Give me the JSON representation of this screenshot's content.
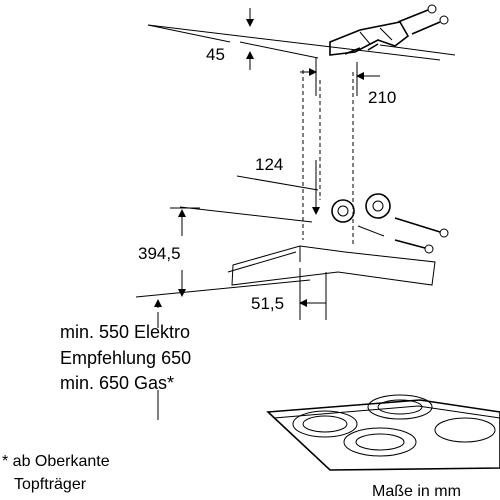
{
  "dimensions": {
    "d45": "45",
    "d210": "210",
    "d124": "124",
    "d394": "394,5",
    "d51": "51,5"
  },
  "height_notes": {
    "line1": "min. 550 Elektro",
    "line2": "Empfehlung 650",
    "line3": "min. 650 Gas*"
  },
  "footnote": {
    "line1": "* ab Oberkante",
    "line2": "Topfträger"
  },
  "units_label": "Maße in mm"
}
